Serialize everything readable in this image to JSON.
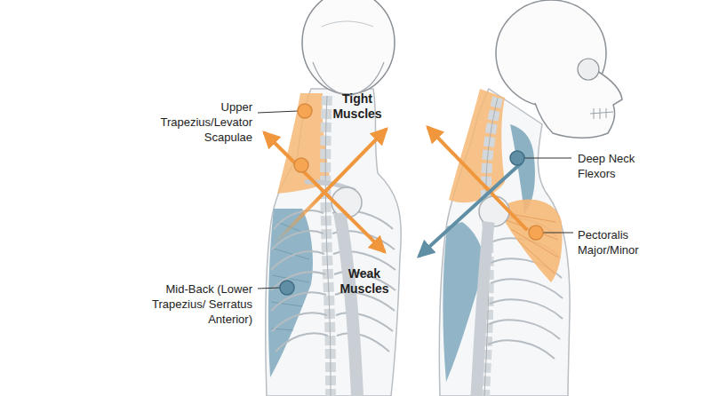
{
  "diagram": {
    "labels": [
      "Upper Trapezius/Levator Scapulae",
      "Tight Muscles",
      "Deep Neck Flexors",
      "Pectoralis Major/Minor",
      "Mid-Back (Lower Trapezius/ Serratus Anterior)",
      "Weak Muscles"
    ]
  }
}
